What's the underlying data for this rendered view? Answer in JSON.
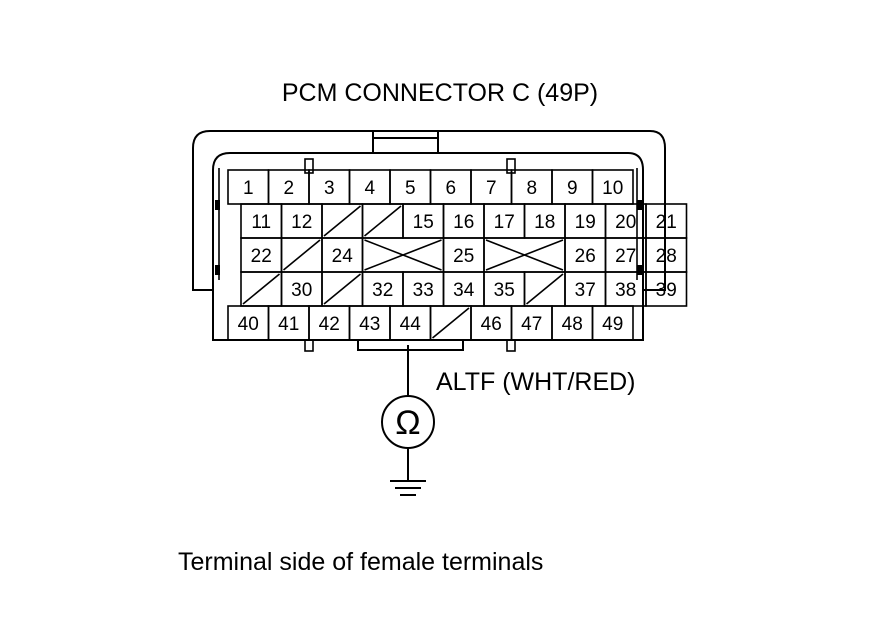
{
  "title": "PCM CONNECTOR C (49P)",
  "wire_label": "ALTF (WHT/RED)",
  "meter_symbol": "Ω",
  "caption": "Terminal side of female terminals",
  "connector": {
    "rows": [
      [
        "1",
        "2",
        "3",
        "4",
        "5",
        "6",
        "7",
        "8",
        "9",
        "10"
      ],
      [
        "11",
        "12",
        "/",
        "/",
        "15",
        "16",
        "17",
        "18",
        "19",
        "20",
        "21"
      ],
      [
        "22",
        "/",
        "24",
        "X",
        "25",
        "X",
        "26",
        "27",
        "28"
      ],
      [
        "/",
        "30",
        "/",
        "32",
        "33",
        "34",
        "35",
        "/",
        "37",
        "38",
        "39"
      ],
      [
        "40",
        "41",
        "42",
        "43",
        "44",
        "/",
        "46",
        "47",
        "48",
        "49"
      ]
    ],
    "probe_terminal": "44"
  }
}
